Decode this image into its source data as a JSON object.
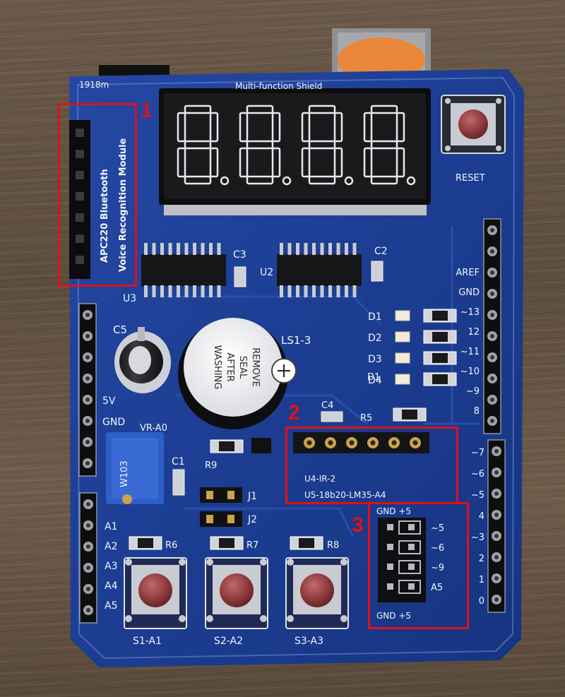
{
  "board": {
    "brand": "1918m",
    "title": "Multi-function Shield",
    "reset_label": "RESET",
    "module_line1": "APC220 Bluetooth",
    "module_line2": "Voice Recognition Module",
    "display_digits": [
      "8.",
      "8.",
      "8.",
      "8."
    ],
    "buzzer_label": "LS1-3",
    "buzzer_seal": [
      "REMOVE",
      "SEAL",
      "AFTER",
      "WASHING"
    ],
    "pot_label": "VR-A0",
    "pot_code": "W103",
    "ic_labels": [
      "U3",
      "U2"
    ],
    "cap_labels": [
      "C3",
      "C2",
      "C4",
      "C5",
      "C1"
    ],
    "led_labels": [
      "D1",
      "D2",
      "D3",
      "D4"
    ],
    "resistor_labels": [
      "R5",
      "R9",
      "R6",
      "R7",
      "R8"
    ],
    "jumper_labels": [
      "J1",
      "J2"
    ],
    "sensor_line1": "U4-IR-2",
    "sensor_line2": "U5-18b20-LM35-A4",
    "header_top_label": "GND +5",
    "header_bottom_label": "GND +5",
    "header_right_labels": [
      "~5",
      "~6",
      "~9",
      "A5"
    ],
    "right_pins_upper": [
      "AREF",
      "GND",
      "~13",
      "12",
      "~11",
      "~10",
      "~9",
      "8"
    ],
    "right_pins_lower": [
      "~7",
      "~6",
      "~5",
      "4",
      "~3",
      "2",
      "1",
      "0"
    ],
    "left_pins_power": [
      "5V",
      "GND"
    ],
    "left_pins_analog": [
      "A1",
      "A2",
      "A3",
      "A4",
      "A5"
    ],
    "buttons": [
      "S1-A1",
      "S2-A2",
      "S3-A3"
    ]
  },
  "callouts": [
    "1",
    "2",
    "3"
  ],
  "colors": {
    "pcb": "#1d3f94",
    "callout": "#e0101a",
    "segment": "#e7e9ee"
  }
}
